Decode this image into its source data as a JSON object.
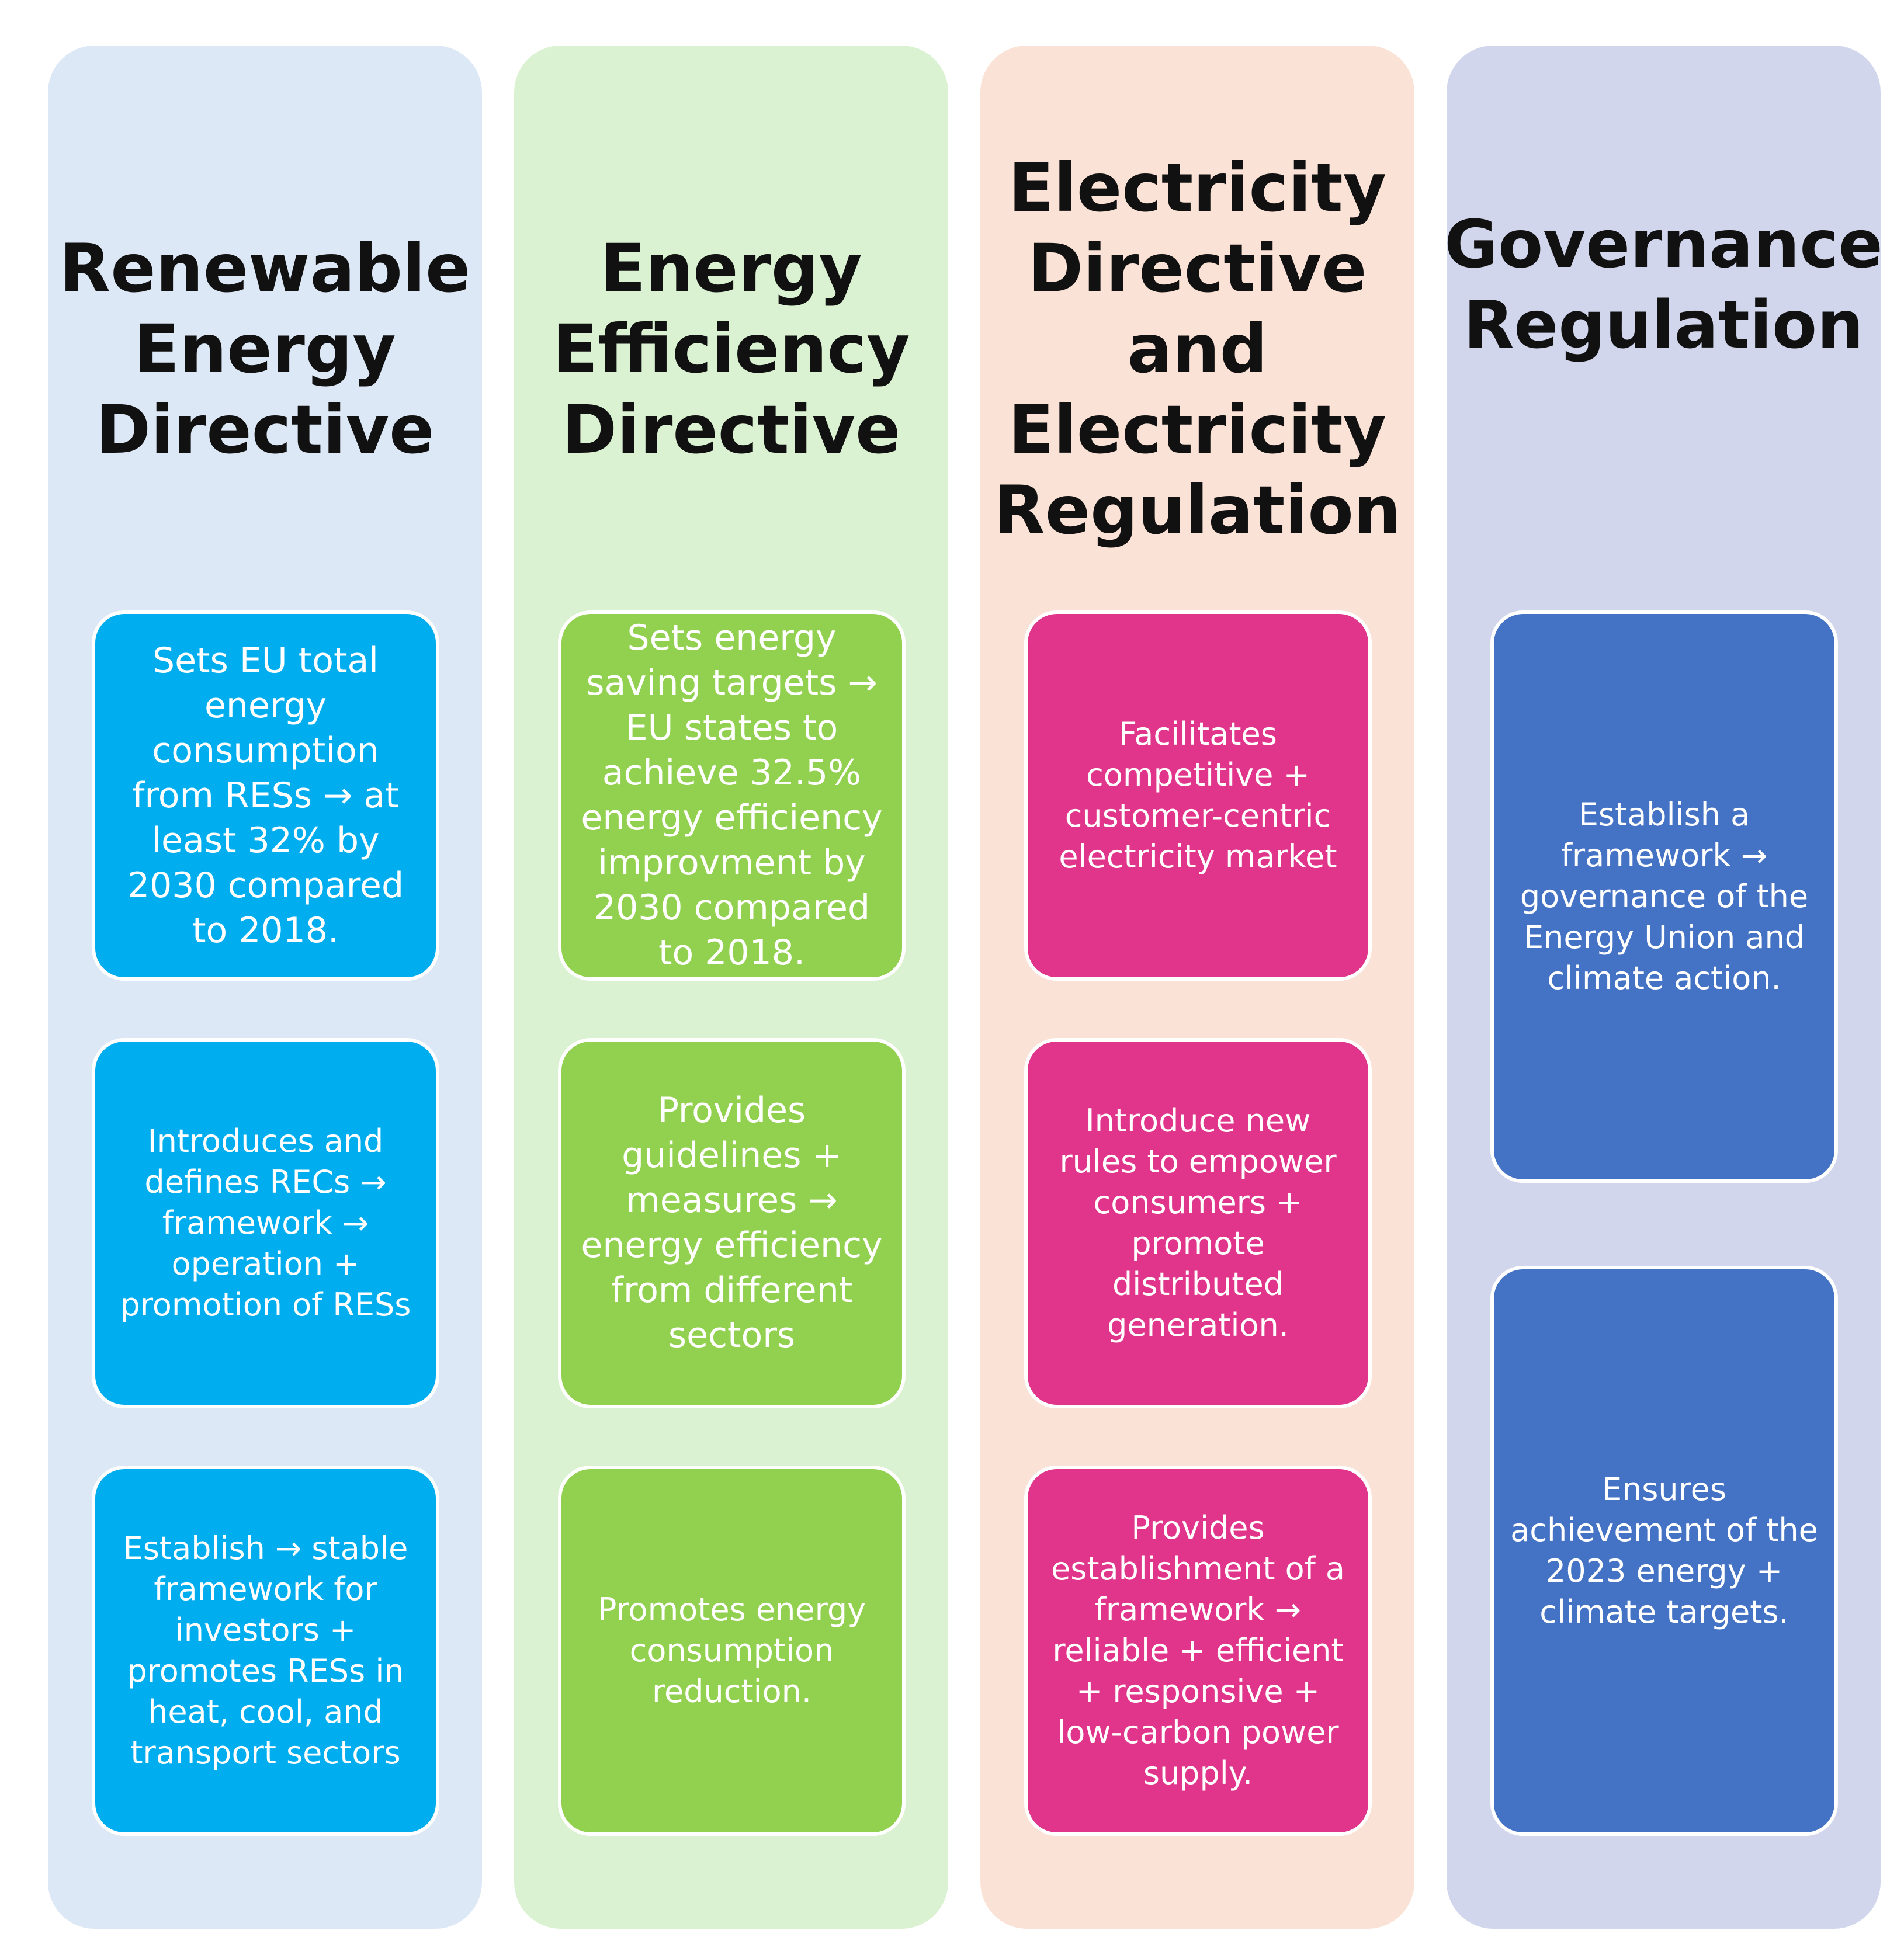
{
  "columns": [
    {
      "title": "Renewable\nEnergy\nDirective",
      "cards": [
        "Sets EU total energy consumption from RESs → at least 32% by 2030 compared to 2018.",
        "Introduces and defines RECs → framework → operation + promotion of RESs",
        "Establish → stable framework for investors + promotes RESs in heat, cool, and transport sectors"
      ]
    },
    {
      "title": "Energy\nEfficiency\nDirective",
      "cards": [
        "Sets energy saving targets → EU states to achieve 32.5% energy efficiency improvment by 2030 compared to 2018.",
        "Provides guidelines + measures → energy efficiency from different sectors",
        "Promotes energy consumption reduction."
      ]
    },
    {
      "title": "Electricity\nDirective\nand\nElectricity\nRegulation",
      "cards": [
        "Facilitates competitive + customer-centric electricity market",
        "Introduce new rules to empower consumers + promote distributed generation.",
        "Provides establishment of a framework → reliable + efficient + responsive + low-carbon power supply."
      ]
    },
    {
      "title": "Governance\nRegulation",
      "cards": [
        "Establish a framework → governance of the Energy Union and climate action.",
        "Ensures achievement of the 2023 energy + climate targets."
      ]
    }
  ],
  "colors": {
    "column_backgrounds": [
      "#dde8f6",
      "#daf2d2",
      "#fbe2d6",
      "#d2d6ec"
    ],
    "card_fills": [
      "#00aeef",
      "#92d050",
      "#e0358a",
      "#4472c4"
    ]
  }
}
